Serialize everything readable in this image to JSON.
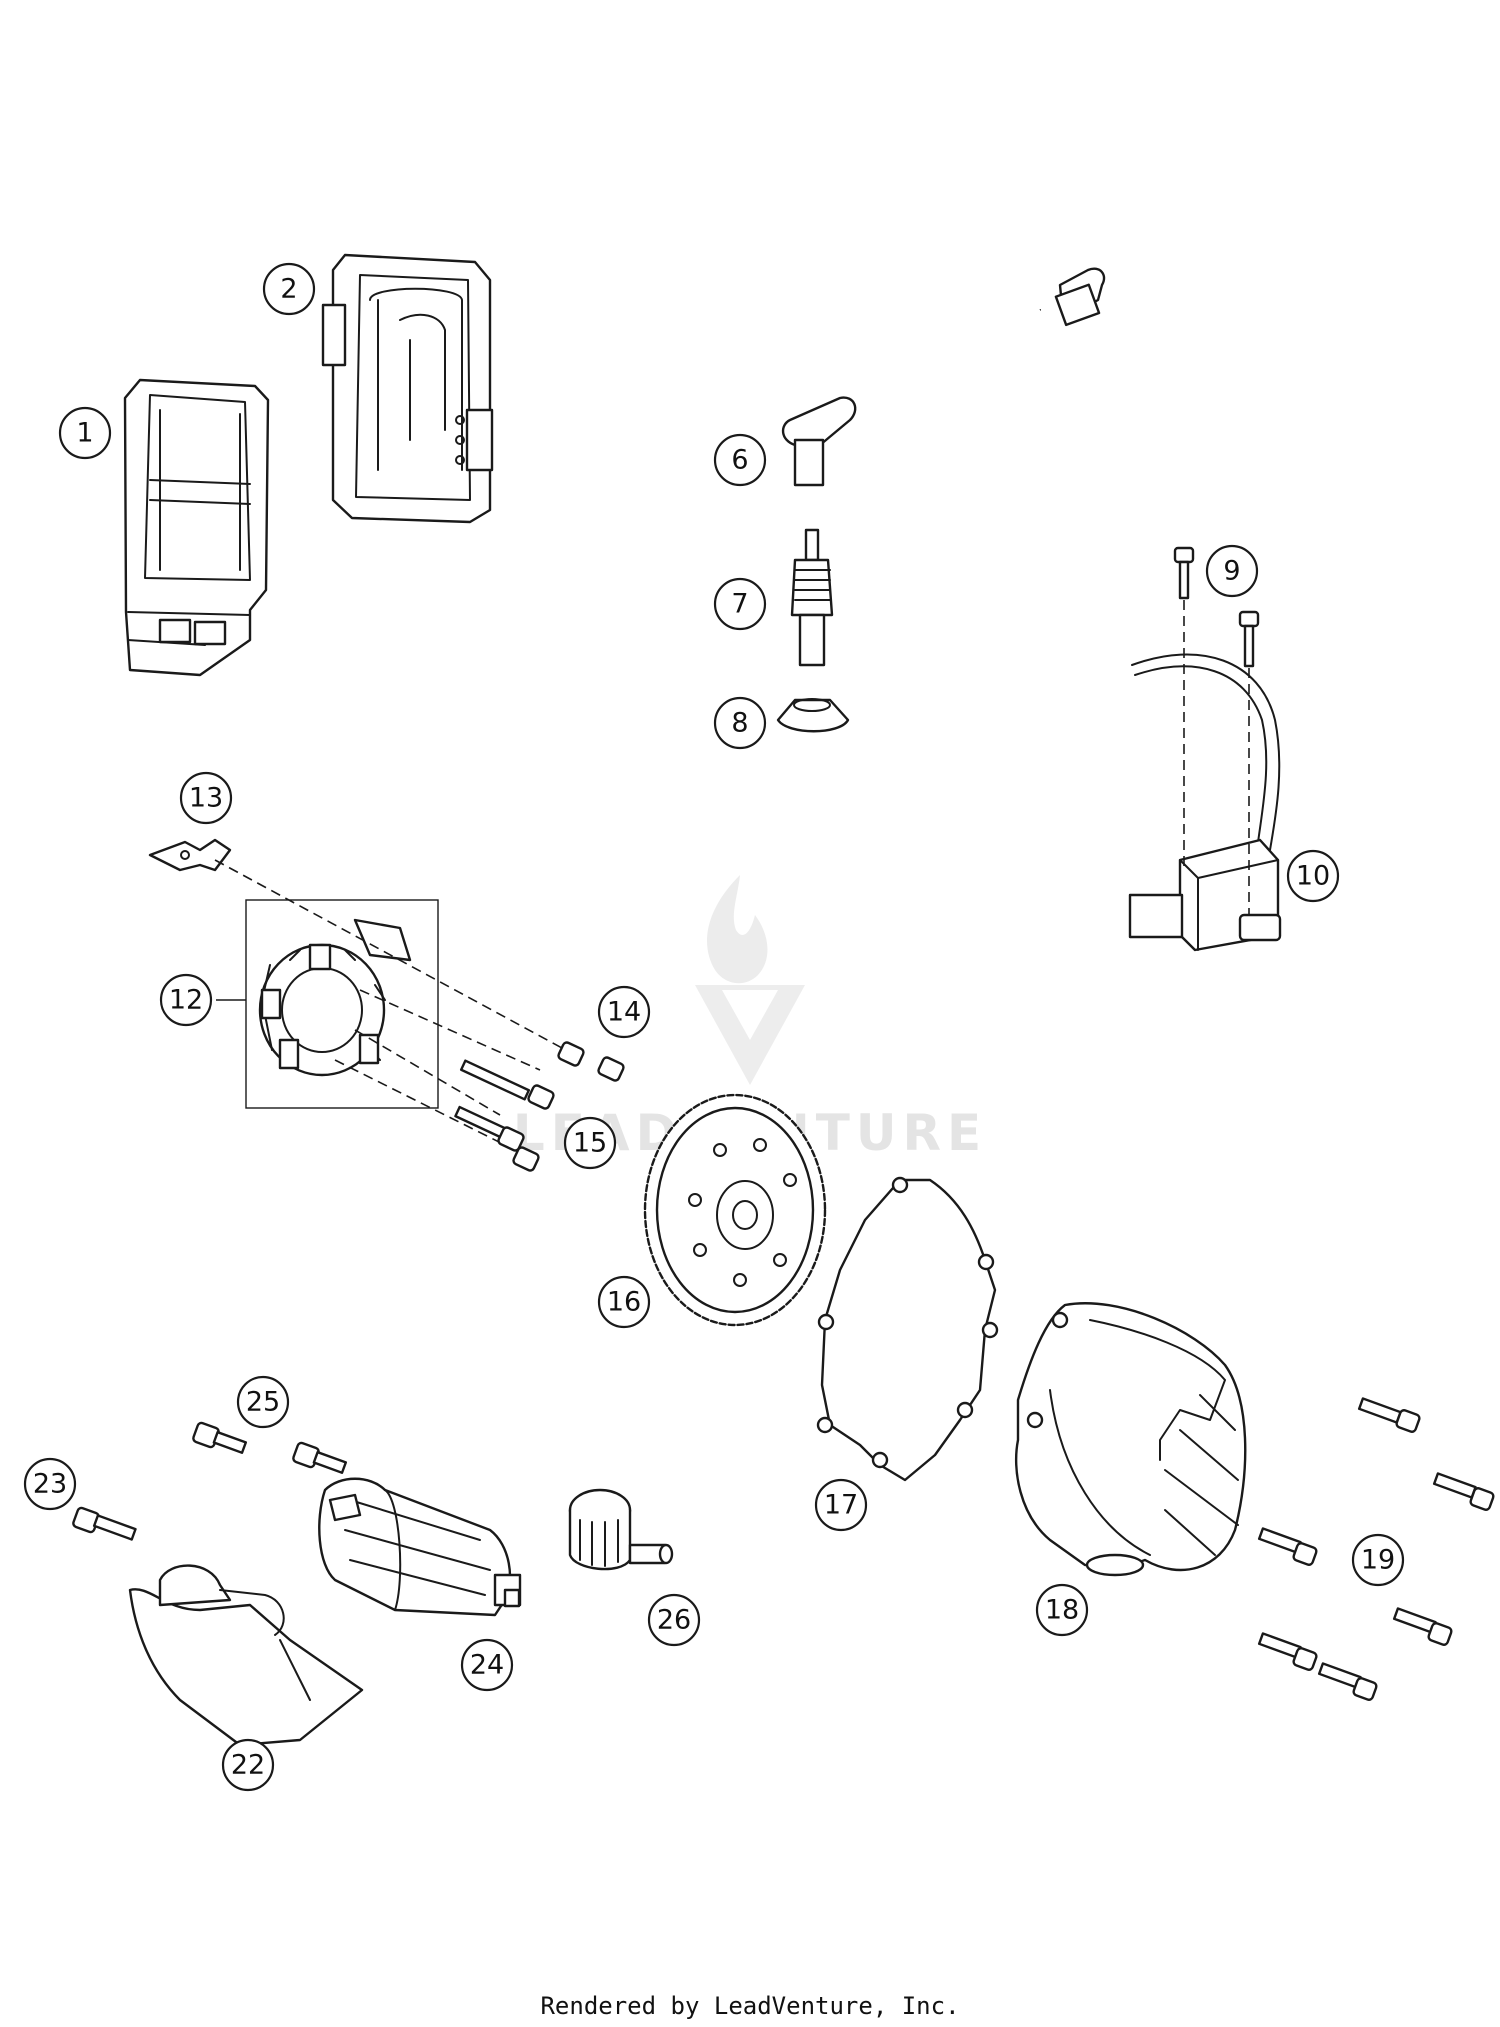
{
  "diagram": {
    "watermark": "LEADVENTURE",
    "callouts": [
      "1",
      "2",
      "6",
      "7",
      "8",
      "9",
      "10",
      "12",
      "13",
      "14",
      "15",
      "16",
      "17",
      "18",
      "19",
      "22",
      "23",
      "24",
      "25",
      "26"
    ]
  },
  "footer": {
    "text": "Rendered by LeadVenture, Inc."
  },
  "colors": {
    "line": "#1a1a1a",
    "watermark": "#e4e4e4",
    "background": "#ffffff"
  }
}
